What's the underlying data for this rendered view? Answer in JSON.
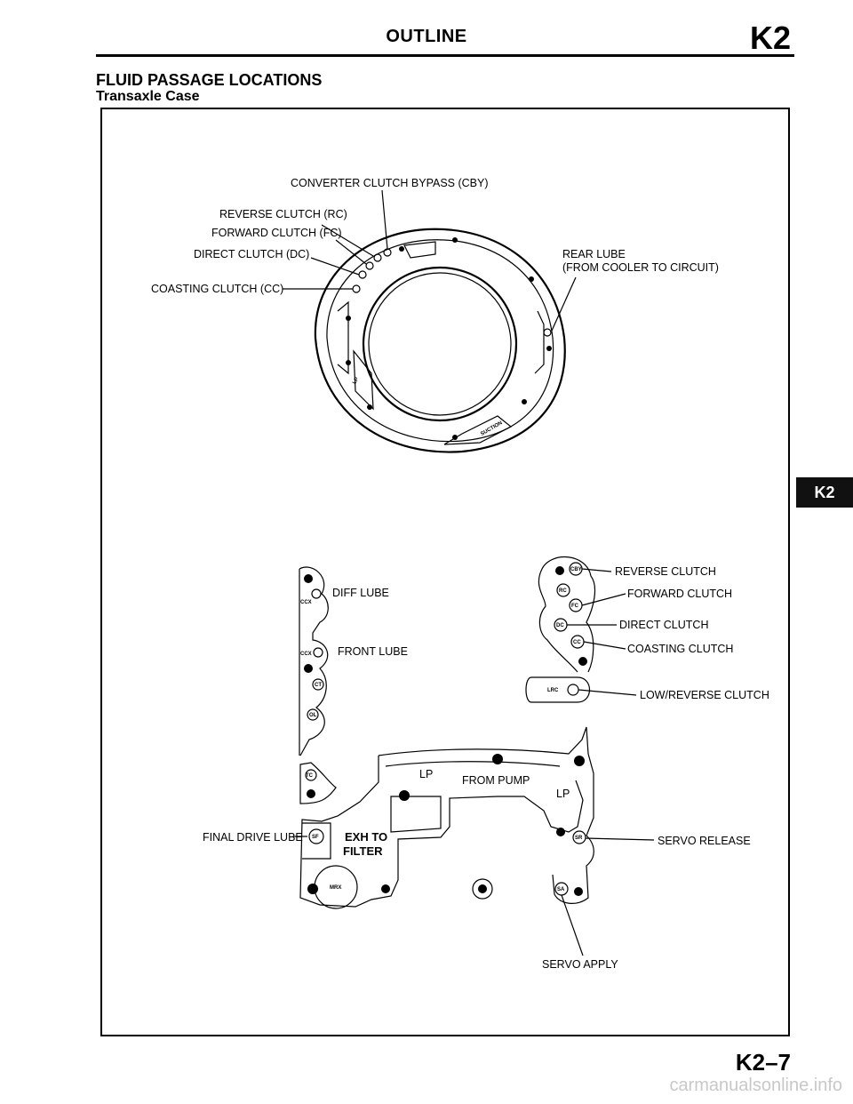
{
  "header": {
    "title": "OUTLINE",
    "code": "K2"
  },
  "section": {
    "title": "FLUID PASSAGE LOCATIONS",
    "subtitle": "Transaxle Case"
  },
  "side_tab": "K2",
  "page_number": "K2–7",
  "watermark": "carmanualsonline.info",
  "labels": {
    "cby": "CONVERTER CLUTCH BYPASS (CBY)",
    "rc": "REVERSE CLUTCH (RC)",
    "fc": "FORWARD CLUTCH (FC)",
    "dc": "DIRECT CLUTCH (DC)",
    "cc": "COASTING CLUTCH (CC)",
    "rear_lube_1": "REAR LUBE",
    "rear_lube_2": "(FROM COOLER TO CIRCUIT)",
    "diff_lube": "DIFF LUBE",
    "front_lube": "FRONT LUBE",
    "reverse_clutch": "REVERSE CLUTCH",
    "forward_clutch": "FORWARD CLUTCH",
    "direct_clutch": "DIRECT CLUTCH",
    "coasting_clutch": "COASTING CLUTCH",
    "low_reverse_clutch": "LOW/REVERSE CLUTCH",
    "lp_1": "LP",
    "from_pump": "FROM PUMP",
    "lp_2": "LP",
    "final_drive_lube": "FINAL DRIVE LUBE",
    "exh_to": "EXH TO",
    "filter": "FILTER",
    "servo_release": "SERVO RELEASE",
    "servo_apply": "SERVO APPLY"
  },
  "port_marks": {
    "lp": "LP",
    "suction": "SUCTION",
    "ccx": "CCX",
    "ct": "CT",
    "ol": "OL",
    "tc": "TC",
    "cby": "CBY",
    "rc": "RC",
    "fc": "FC",
    "dc": "DC",
    "cc": "CC",
    "lrc": "LRC",
    "sf": "SF",
    "mrx": "MRX",
    "sr": "SR",
    "sa": "SA"
  }
}
